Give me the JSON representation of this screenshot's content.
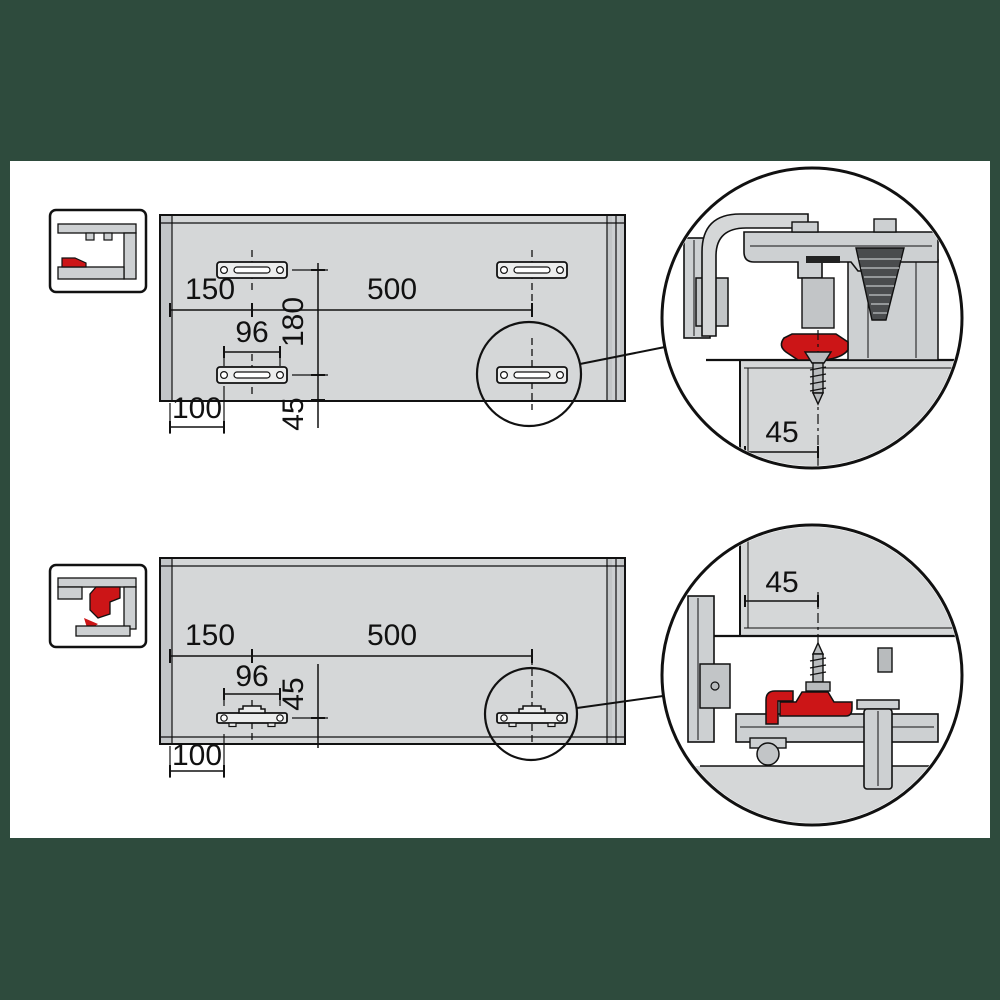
{
  "colors": {
    "frame_green": "#2e4b3d",
    "panel_gray": "#d5d7d8",
    "accent_red": "#cc1517"
  },
  "top_view": {
    "dim_150": "150",
    "dim_500": "500",
    "dim_96": "96",
    "dim_180": "180",
    "dim_45": "45",
    "dim_100": "100",
    "detail_45": "45"
  },
  "bottom_view": {
    "dim_150": "150",
    "dim_500": "500",
    "dim_96": "96",
    "dim_45": "45",
    "dim_100": "100",
    "detail_45": "45"
  }
}
